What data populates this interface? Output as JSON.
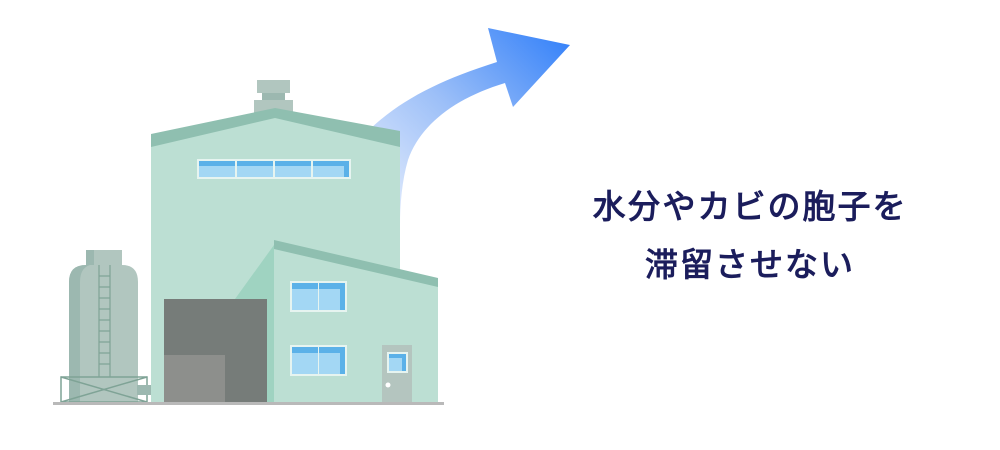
{
  "caption": {
    "line1": "水分やカビの胞子を",
    "line2": "滞留させない",
    "color": "#1b1d5c"
  },
  "illustration": {
    "subject": "factory-building",
    "arrow": {
      "direction": "up-right",
      "gradient_start": "#e4edfc",
      "gradient_end": "#2f7ef9"
    },
    "colors": {
      "wall": "#bcdfd3",
      "wall_shade": "#9fd3c1",
      "roof": "#8fbfb0",
      "window_frame": "#e6f4f0",
      "window_light": "#a3d7f4",
      "window_dark": "#5bb1e8",
      "garage": "#767c79",
      "garage_light": "#8d8f8c",
      "tank": "#b1c6bf",
      "tank_dark": "#9cb8b0",
      "ground": "#b9b9b9",
      "door": "#b4c5bf"
    }
  }
}
